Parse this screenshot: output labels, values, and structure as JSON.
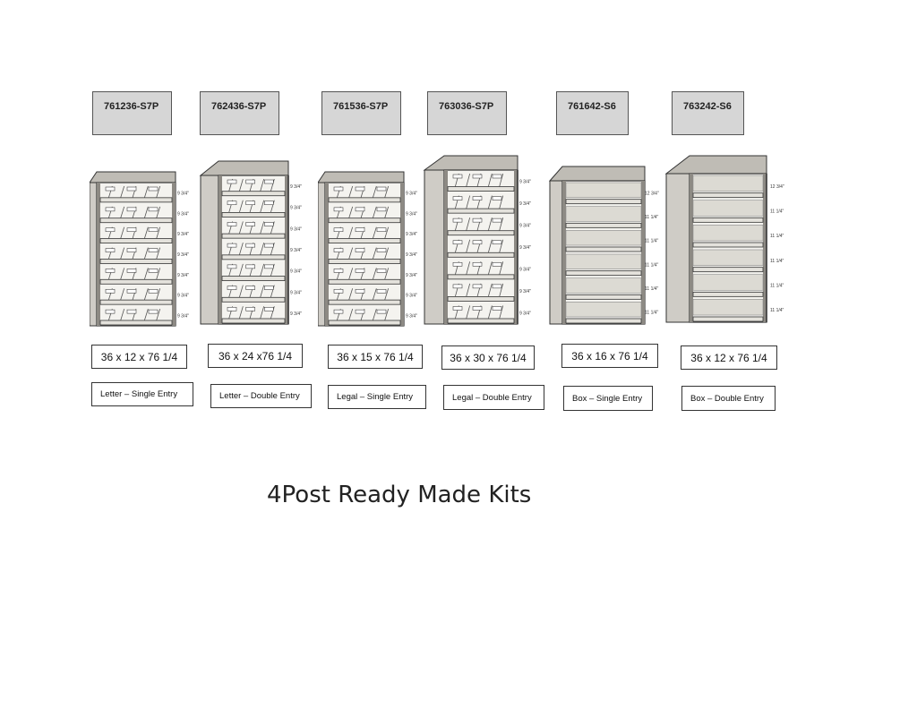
{
  "page_title": "4Post Ready Made Kits",
  "colors": {
    "cabinet_side": "#cfccc6",
    "cabinet_top": "#bfbcb5",
    "shelf": "#e4e2dc",
    "outline": "#333333",
    "sku_box": "#d6d6d6"
  },
  "kits": [
    {
      "sku": "761236-S7P",
      "dimensions": "36 x 12 x 76 1/4",
      "description": "Letter – Single Entry",
      "icon": "letter-single-entry-shelving-icon",
      "style": "letter-single",
      "shelf_gap_labels": [
        "9 3/4\"",
        "9 3/4\"",
        "9 3/4\"",
        "9 3/4\"",
        "9 3/4\"",
        "9 3/4\"",
        "9 3/4\""
      ]
    },
    {
      "sku": "762436-S7P",
      "dimensions": "36 x 24 x76 1/4",
      "description": "Letter – Double Entry",
      "icon": "letter-double-entry-shelving-icon",
      "style": "letter-double",
      "shelf_gap_labels": [
        "9 3/4\"",
        "9 3/4\"",
        "9 3/4\"",
        "9 3/4\"",
        "9 3/4\"",
        "9 3/4\"",
        "9 3/4\""
      ]
    },
    {
      "sku": "761536-S7P",
      "dimensions": "36 x 15 x 76 1/4",
      "description": "Legal – Single Entry",
      "icon": "legal-single-entry-shelving-icon",
      "style": "legal-single",
      "shelf_gap_labels": [
        "9 3/4\"",
        "9 3/4\"",
        "9 3/4\"",
        "9 3/4\"",
        "9 3/4\"",
        "9 3/4\"",
        "9 3/4\""
      ]
    },
    {
      "sku": "763036-S7P",
      "dimensions": "36 x 30 x 76 1/4",
      "description": "Legal – Double Entry",
      "icon": "legal-double-entry-shelving-icon",
      "style": "legal-double",
      "shelf_gap_labels": [
        "9 3/4\"",
        "9 3/4\"",
        "9 3/4\"",
        "9 3/4\"",
        "9 3/4\"",
        "9 3/4\"",
        "9 3/4\""
      ]
    },
    {
      "sku": "761642-S6",
      "dimensions": "36 x 16 x 76 1/4",
      "description": "Box – Single Entry",
      "icon": "box-single-entry-shelving-icon",
      "style": "box-single",
      "shelf_gap_labels": [
        "12 3/4\"",
        "11 1/4\"",
        "11 1/4\"",
        "11 1/4\"",
        "11 1/4\"",
        "11 1/4\""
      ]
    },
    {
      "sku": "763242-S6",
      "dimensions": "36 x 12 x 76 1/4",
      "description": "Box – Double Entry",
      "icon": "box-double-entry-shelving-icon",
      "style": "box-double",
      "shelf_gap_labels": [
        "12 3/4\"",
        "11 1/4\"",
        "11 1/4\"",
        "11 1/4\"",
        "11 1/4\"",
        "11 1/4\""
      ]
    }
  ]
}
